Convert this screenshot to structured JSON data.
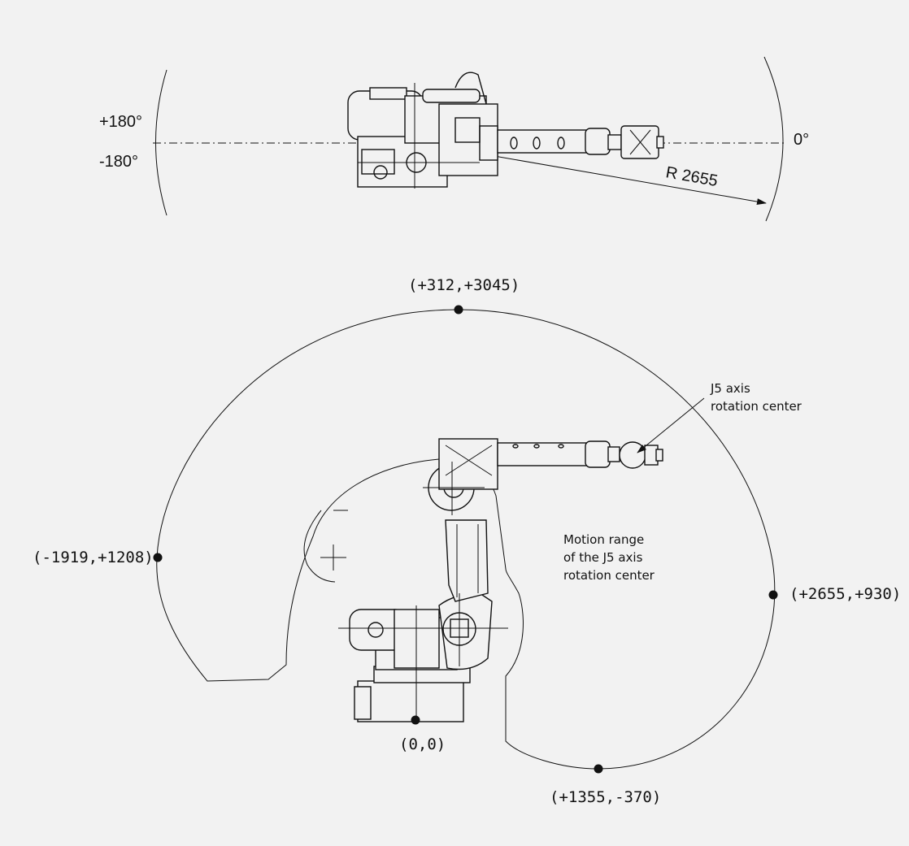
{
  "top_view": {
    "angle_pos": "+180°",
    "angle_neg": "-180°",
    "angle_zero": "0°",
    "radius_label": "R 2655"
  },
  "side_view": {
    "points": [
      {
        "label": "(+312,+3045)"
      },
      {
        "label": "(-1919,+1208)"
      },
      {
        "label": "(+2655,+930)"
      },
      {
        "label": "(0,0)"
      },
      {
        "label": "(+1355,-370)"
      }
    ],
    "j5_note": [
      "J5 axis",
      "rotation center"
    ],
    "motion_note": [
      "Motion range",
      "of the J5 axis",
      "rotation center"
    ]
  }
}
